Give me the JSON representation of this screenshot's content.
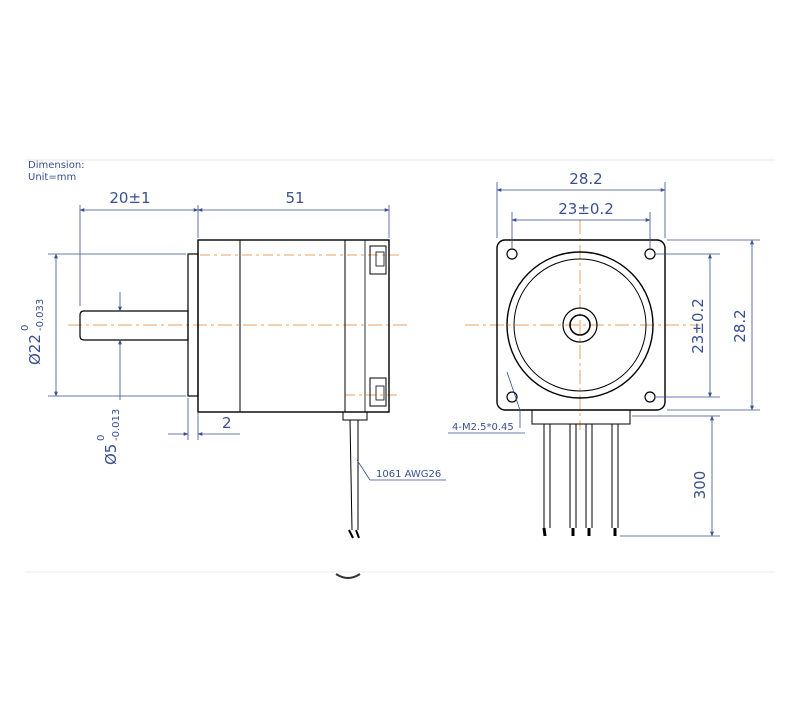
{
  "header": {
    "line1": "Dimension:",
    "line2": "Unit=mm"
  },
  "side_view": {
    "shaft_length": "20±1",
    "body_length": "51",
    "flange_diameter_main": "Ø22",
    "flange_diameter_tol": "-0.033",
    "flange_diameter_tol_upper": "0",
    "shaft_diameter_main": "Ø5",
    "shaft_diameter_tol": "-0.013",
    "shaft_diameter_tol_upper": "0",
    "flange_thickness": "2",
    "wire_label": "1061 AWG26"
  },
  "front_view": {
    "width_overall": "28.2",
    "hole_spacing_x": "23±0.2",
    "hole_spacing_y": "23±0.2",
    "height_overall": "28.2",
    "mount_holes": "4-M2.5*0.45",
    "lead_length": "300"
  },
  "colors": {
    "outline": "#000000",
    "dimension": "#3a4f8f",
    "centerline": "#e8a060"
  }
}
